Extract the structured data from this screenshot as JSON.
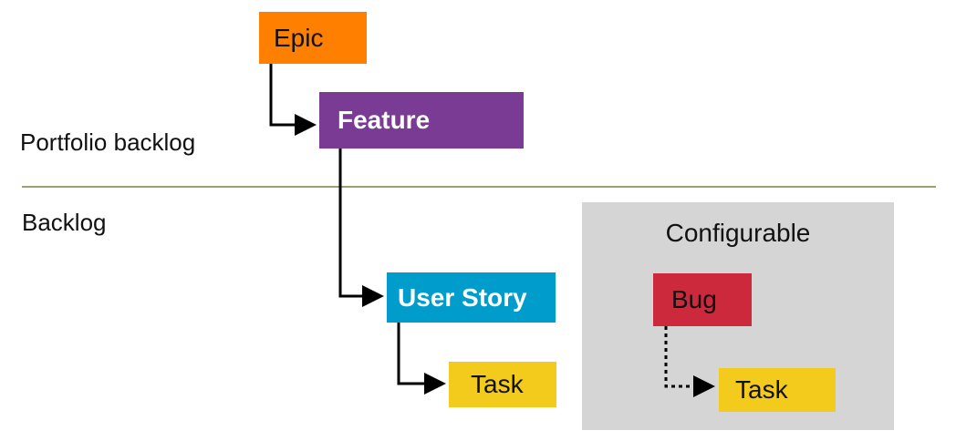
{
  "labels": {
    "portfolio_backlog": "Portfolio backlog",
    "backlog": "Backlog",
    "configurable": "Configurable"
  },
  "nodes": {
    "epic": {
      "label": "Epic",
      "color": "#FF7F00",
      "text_color": "#111111"
    },
    "feature": {
      "label": "Feature",
      "color": "#7A3B95",
      "text_color": "#FFFFFF"
    },
    "user_story": {
      "label": "User Story",
      "color": "#009CCC",
      "text_color": "#FFFFFF"
    },
    "task": {
      "label": "Task",
      "color": "#F2CB1D",
      "text_color": "#111111"
    },
    "bug": {
      "label": "Bug",
      "color": "#CC293D",
      "text_color": "#111111"
    },
    "config_task": {
      "label": "Task",
      "color": "#F2CB1D",
      "text_color": "#111111"
    }
  },
  "colors": {
    "divider": "#9AA06E",
    "panel": "#D5D5D5",
    "connector": "#000000"
  },
  "edges": [
    {
      "from": "epic",
      "to": "feature",
      "style": "solid"
    },
    {
      "from": "feature",
      "to": "user_story",
      "style": "solid"
    },
    {
      "from": "user_story",
      "to": "task",
      "style": "solid"
    },
    {
      "from": "bug",
      "to": "config_task",
      "style": "dotted"
    }
  ]
}
